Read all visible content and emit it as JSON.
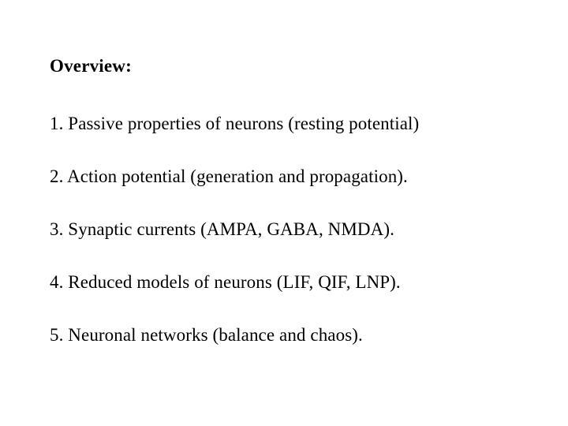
{
  "slide": {
    "background_color": "#ffffff",
    "text_color": "#000000",
    "title": "Overview:",
    "items": [
      {
        "text": "1. Passive properties of neurons (resting potential)"
      },
      {
        "text": "2. Action potential (generation and propagation)."
      },
      {
        "text": "3. Synaptic currents (AMPA, GABA, NMDA)."
      },
      {
        "text": "4. Reduced models of neurons (LIF, QIF, LNP)."
      },
      {
        "text": "5. Neuronal networks (balance and chaos)."
      }
    ]
  }
}
